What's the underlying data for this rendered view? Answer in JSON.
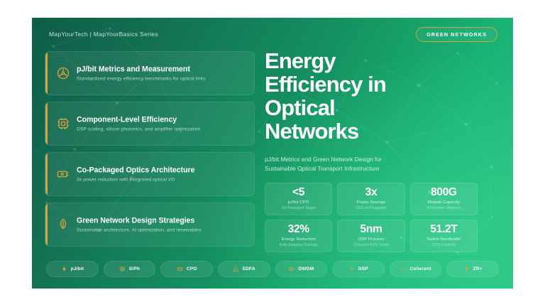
{
  "slide": {
    "brand": "MapYourTech | MapYourBasics Series",
    "badge": "GREEN NETWORKS",
    "headline": "Energy Efficiency in Optical Networks",
    "headline_lines": [
      "Energy",
      "Efficiency in",
      "Optical",
      "Networks"
    ],
    "subhead_lines": [
      "pJ/bit Metrics and Green Network Design for",
      "Sustainable Optical Transport Infrastructure"
    ],
    "accent_color": "#d9a43c",
    "background_start": "#0e5d46",
    "background_end": "#24c282"
  },
  "cards": [
    {
      "icon": "gauge-icon",
      "title": "pJ/bit Metrics and Measurement",
      "subtitle": "Standardized energy efficiency benchmarks for optical links"
    },
    {
      "icon": "chip-icon",
      "title": "Component-Level Efficiency",
      "subtitle": "DSP scaling, silicon photonics, and amplifier optimization"
    },
    {
      "icon": "module-icon",
      "title": "Co-Packaged Optics Architecture",
      "subtitle": "3x power reduction with integrated optical I/O"
    },
    {
      "icon": "leaf-icon",
      "title": "Green Network Design Strategies",
      "subtitle": "Sustainable architecture, AI optimization, and renewables"
    }
  ],
  "stats": [
    {
      "value": "<5",
      "label": "pJ/bit CPO",
      "note": "Co-Packaged Target"
    },
    {
      "value": "3x",
      "label": "Power Savings",
      "note": "CPO vs Pluggable"
    },
    {
      "value": "800G",
      "label": "Module Capacity",
      "note": "Production Shipping"
    },
    {
      "value": "32%",
      "label": "Energy Reduction",
      "note": "Rate-Adaptive Savings"
    },
    {
      "value": "5nm",
      "label": "DSP Process",
      "note": "Coherent ASIC Node"
    },
    {
      "value": "51.2T",
      "label": "Switch Bandwidth",
      "note": "CPO-Enabled"
    }
  ],
  "tags": [
    {
      "icon": "energy-icon",
      "label": "pJ/bit"
    },
    {
      "icon": "chip-icon",
      "label": "SiPh"
    },
    {
      "icon": "package-icon",
      "label": "CPO"
    },
    {
      "icon": "amplifier-icon",
      "label": "EDFA"
    },
    {
      "icon": "wave-icon",
      "label": "DWDM"
    },
    {
      "icon": "processor-icon",
      "label": "DSP"
    },
    {
      "icon": "signal-icon",
      "label": "Coherent"
    },
    {
      "icon": "pluggable-icon",
      "label": "ZR+"
    }
  ]
}
